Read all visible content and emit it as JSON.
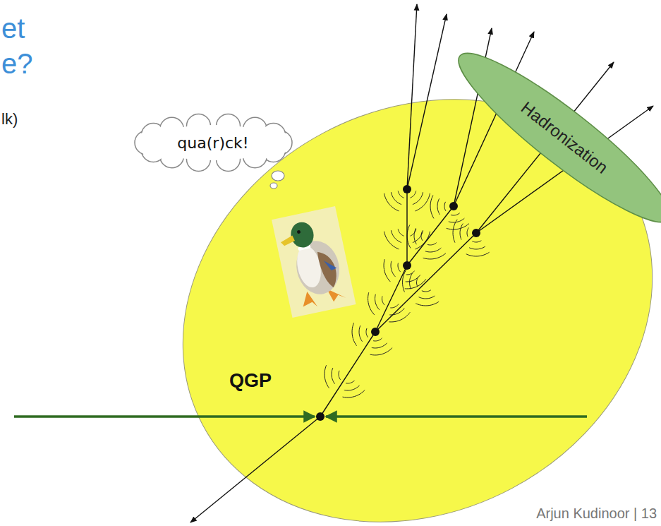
{
  "diagram": {
    "nodes": [
      {
        "text": [
          "Hadronization"
        ]
      },
      {
        "text": [
          "qua(r)ck!"
        ]
      },
      {
        "text": [
          "QGP"
        ]
      }
    ],
    "labels": [
      "et",
      "e?",
      "lk)",
      "Arjun Kudinoor | 13"
    ]
  }
}
